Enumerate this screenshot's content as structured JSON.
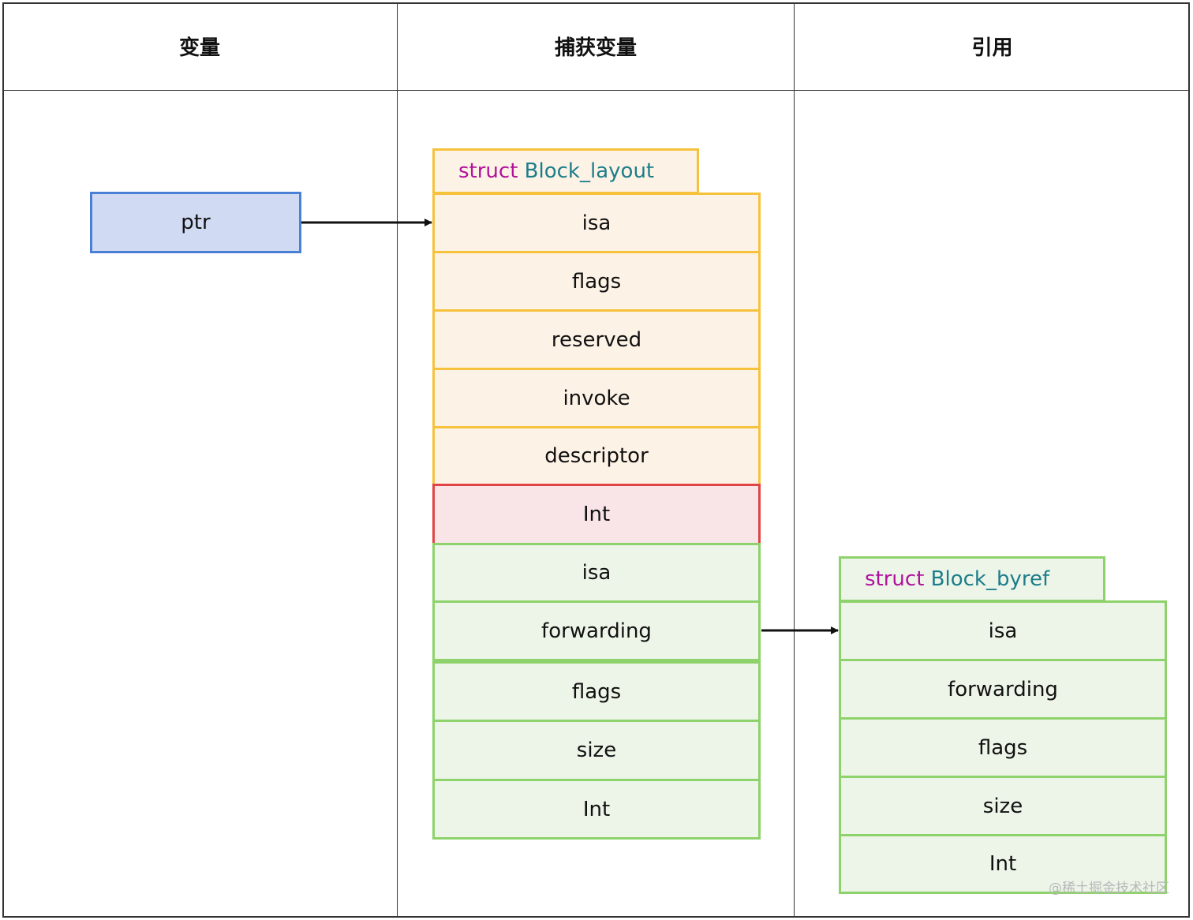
{
  "columns": {
    "variable": "变量",
    "captured": "捕获变量",
    "reference": "引用"
  },
  "variable_box": {
    "label": "ptr"
  },
  "block_layout": {
    "struct_keyword": "struct",
    "type_name": "Block_layout",
    "fields": [
      "isa",
      "flags",
      "reserved",
      "invoke",
      "descriptor"
    ],
    "captured_int": "Int",
    "byref_fields": [
      "isa",
      "forwarding",
      "flags",
      "size",
      "Int"
    ]
  },
  "block_byref": {
    "struct_keyword": "struct",
    "type_name": "Block_byref",
    "fields": [
      "isa",
      "forwarding",
      "flags",
      "size",
      "Int"
    ]
  },
  "colors": {
    "variable_fill": "#d0daf3",
    "variable_border": "#4a7fd6",
    "layout_fill": "#fdf2e6",
    "layout_border": "#f6c23c",
    "int_fill": "#f9e5e7",
    "int_border": "#e04545",
    "byref_fill": "#edf5e9",
    "byref_border": "#8ed26b"
  },
  "watermark": "@稀土掘金技术社区"
}
